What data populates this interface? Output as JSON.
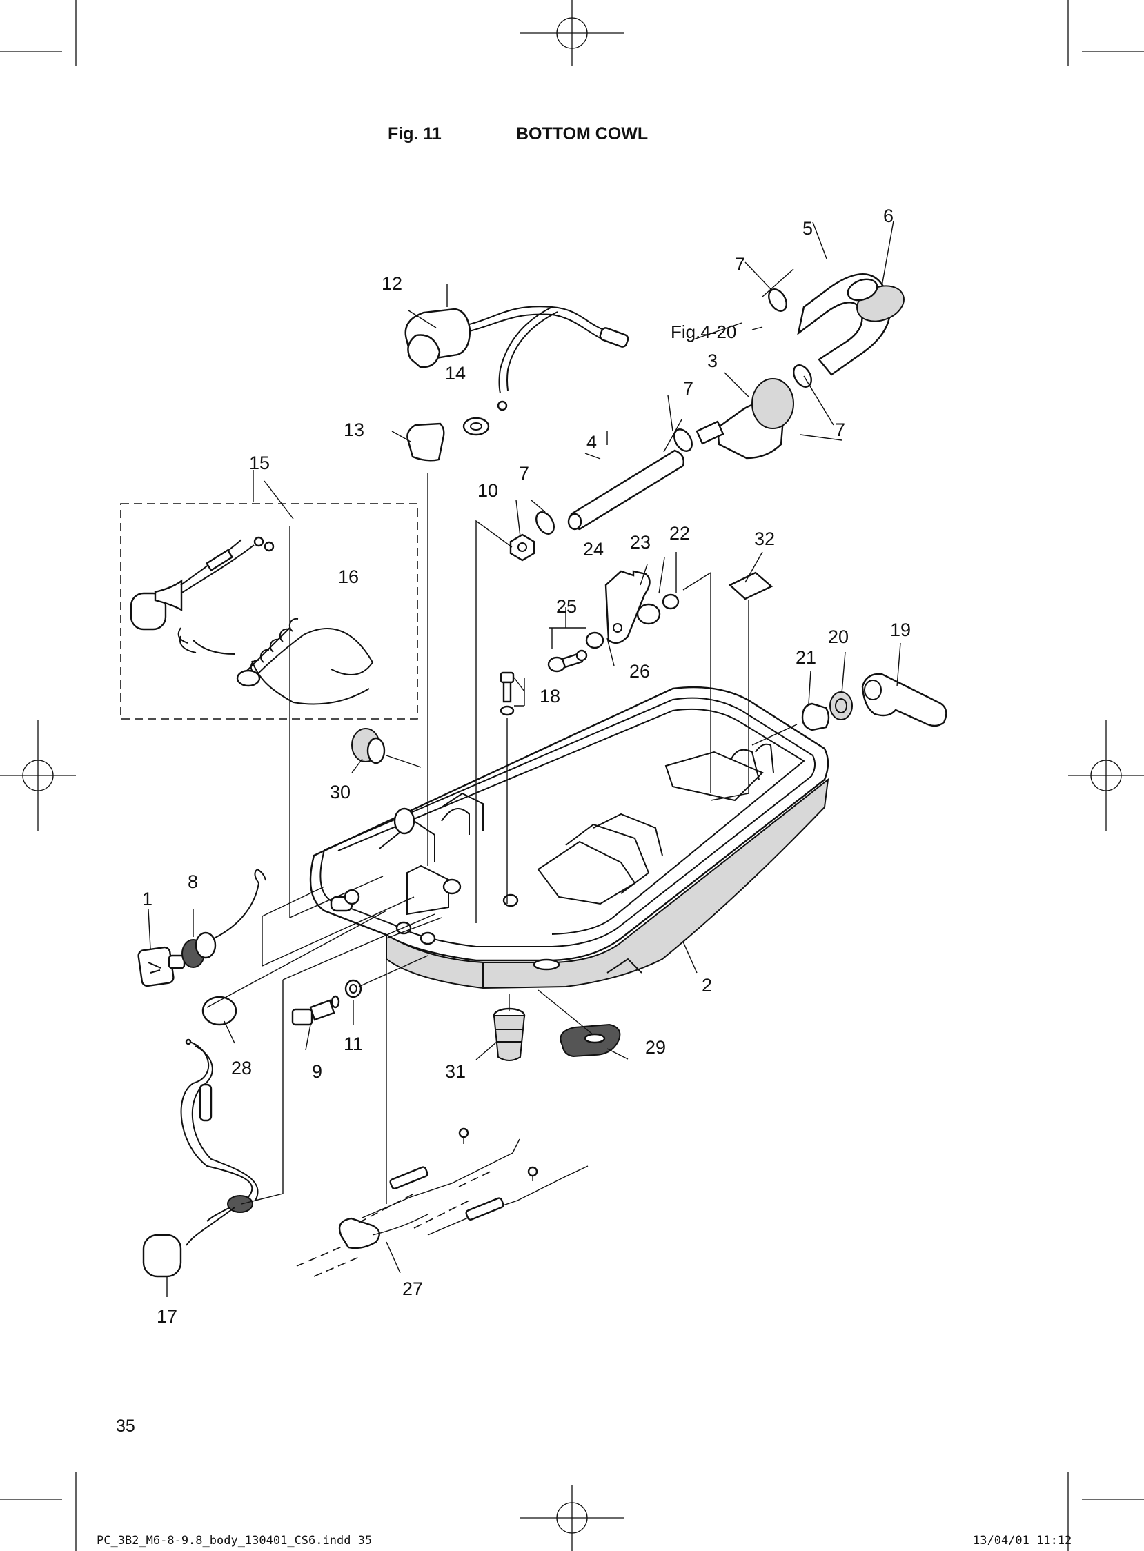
{
  "header": {
    "figure": "Fig. 11",
    "title": "BOTTOM COWL"
  },
  "cross_reference": "Fig.4-20",
  "callouts": [
    "1",
    "2",
    "3",
    "4",
    "5",
    "6",
    "7",
    "7",
    "7",
    "7",
    "8",
    "9",
    "10",
    "11",
    "12",
    "13",
    "14",
    "15",
    "16",
    "17",
    "18",
    "19",
    "20",
    "21",
    "22",
    "23",
    "24",
    "25",
    "26",
    "27",
    "28",
    "29",
    "30",
    "31",
    "32"
  ],
  "footer": {
    "page_number": "35",
    "file_name": "PC_3B2_M6-8-9.8_body_130401_CS6.indd   35",
    "timestamp": "13/04/01   11:12"
  }
}
